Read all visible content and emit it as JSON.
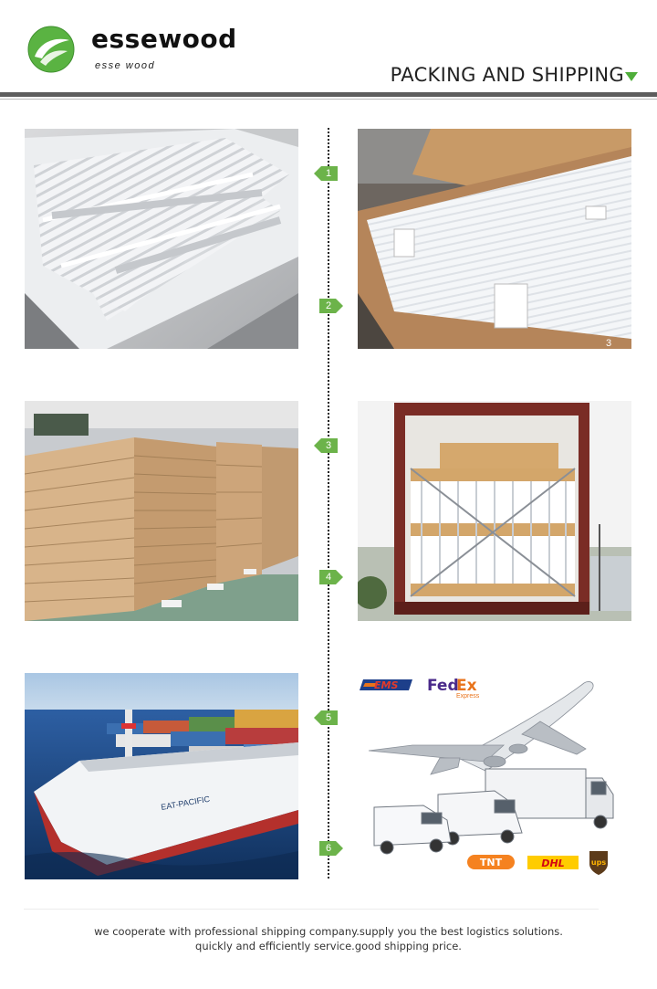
{
  "header": {
    "brand": "essewood",
    "brand_sub": "esse wood",
    "section_title": "PACKING AND SHIPPING"
  },
  "colors": {
    "accent_green": "#4fae3a",
    "rule_gray": "#5d5d5d"
  },
  "steps": [
    {
      "number": "1",
      "photo": "white-shutter-panels"
    },
    {
      "number": "2",
      "photo": "shutters-in-foam-carton"
    },
    {
      "number": "3",
      "photo": "stacked-cartons"
    },
    {
      "number": "4",
      "photo": "loaded-shipping-container"
    },
    {
      "number": "5",
      "photo": "container-ship"
    },
    {
      "number": "6",
      "photo": "courier-plane-and-trucks"
    }
  ],
  "photo_labels": {
    "photo2_corner": "3"
  },
  "couriers": {
    "ems": "EMS",
    "fedex_fed": "Fed",
    "fedex_ex": "Ex",
    "fedex_sub": "Express",
    "tnt": "TNT",
    "dhl": "DHL",
    "ups": "ups"
  },
  "ship_name": "EAT-PACIFIC",
  "footer": {
    "line1": "we cooperate with professional shipping company.supply you the best logistics solutions.",
    "line2": "quickly and efficiently service.good shipping price."
  }
}
